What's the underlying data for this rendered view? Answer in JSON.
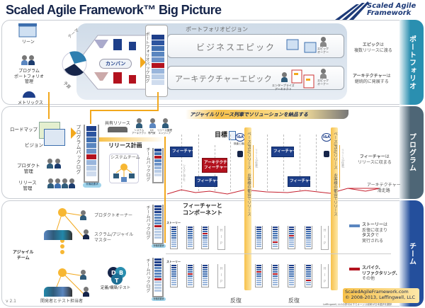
{
  "title": "Scaled Agile Framework™ Big Picture",
  "logo": {
    "line1": "Scaled Agile",
    "line2": "Framework"
  },
  "sections": {
    "portfolio": "ポートフォリオ",
    "program": "プログラム",
    "team": "チーム"
  },
  "portfolio": {
    "roles": [
      "リーン",
      "プログラム\nポートフォリオ\n管理",
      "メトリックス"
    ],
    "themes": "テーマ",
    "budget": "予算",
    "kanban": "カンバン",
    "backlog": "ポートフォリオバックログ",
    "vision": "ポートフォリオビジョン",
    "business_epic": "ビジネスエピック",
    "arch_epic": "アーキテクチャーエピック",
    "epic_owner": "エピック\nオーナー",
    "enterprise_architect": "エンタープライズ\nアーキテクト",
    "note_epic_bold": "エピック",
    "note_epic_rest": "は\n複数リリースに渡る",
    "note_arch_bold": "アーキテクチャー",
    "note_arch_rest": "は\n継続的に発展する"
  },
  "program": {
    "roadmap": "ロードマップ",
    "vision": "ビジョン",
    "product_mgmt": "プロダクト\n管理",
    "release_mgmt": "リリース\n管理",
    "backlog": "プログラムバックログ",
    "nfr": "非機能要求",
    "shared_resources": "共有リソース",
    "shared_roles": [
      "システム\nアーキテクト",
      "UX\n専門家",
      "リリース管理\nエンジニア"
    ],
    "release_planning": "リリース計画",
    "system_team": "システムチーム",
    "team_backlog": "チームバックログ",
    "train": "アジャイルリリース列車でソリューションを納品する",
    "goal": "目標",
    "feature": "フィーチャー",
    "arch_feature": "アーキテクチャー\nフィーチャー",
    "ia": "I&A",
    "ia_label": "検査と適応",
    "system_demo": "システムデモ",
    "release_cadence": "ペース(PSI)/リリース　お客様の都合でリリース",
    "release_any": "リリース(任意)",
    "note_feature_bold": "フィーチャー",
    "note_feature_rest": "は\nリリースに収まる",
    "runway": "アーキテクチャー\n滑走路"
  },
  "team": {
    "product_owner": "プロダクトオーナー",
    "scrum_master": "スクラム/アジャイル\nマスター",
    "agile_team": "アジャイル\nチーム",
    "dev_test": "開発者とテスト担当者",
    "dbt_letters": [
      "D",
      "B",
      "T"
    ],
    "dbt": "定義/構築/テスト",
    "team_backlog": "チームバックログ",
    "nfr": "非機能要求",
    "feature_component": "フィーチャーと\nコンポーネント",
    "story": "ストーリー",
    "hip": "H\nI\nP",
    "iteration": "反復",
    "legend_story_bold": "ストーリー",
    "legend_story_rest": "は\n反復に収まり",
    "legend_task_bold": "タスク",
    "legend_task_rest": "で\n実行される",
    "legend_spike": "スパイク、\nリファクタリング、",
    "legend_spike_rest": "その他",
    "version": "v 2.1",
    "site": "ScaledAgileFramework.com",
    "copyright": "© 2008-2013, Leffingwell, LLC",
    "license": "Leffingwell, LLCの許可の下でオージス総研が日本語訳を翻訳"
  },
  "colors": {
    "navy": "#1e3f8a",
    "red": "#b3121e",
    "orange": "#f2a81d",
    "teal": "#2a8fb0",
    "slate": "#4e6676",
    "blue": "#244f9c"
  },
  "team_rows": [
    [
      {
        "type": "stack",
        "red": -1
      },
      {
        "type": "stack",
        "red": -1
      },
      {
        "type": "stack",
        "red": 3
      },
      {
        "type": "hip"
      },
      {
        "type": "stack",
        "red": -1
      },
      {
        "type": "stack",
        "red": 7
      },
      {
        "type": "stack",
        "red": 4
      },
      {
        "type": "stack",
        "red": -1
      },
      {
        "type": "hip"
      }
    ],
    [
      {
        "type": "stack",
        "red": -1
      },
      {
        "type": "stack",
        "red": 4
      },
      {
        "type": "stack",
        "red": -1
      },
      {
        "type": "hip"
      },
      {
        "type": "stack",
        "red": 3
      },
      {
        "type": "stack",
        "red": 4
      },
      {
        "type": "stack",
        "red": -1
      },
      {
        "type": "stack",
        "red": 7
      },
      {
        "type": "hip"
      }
    ]
  ]
}
